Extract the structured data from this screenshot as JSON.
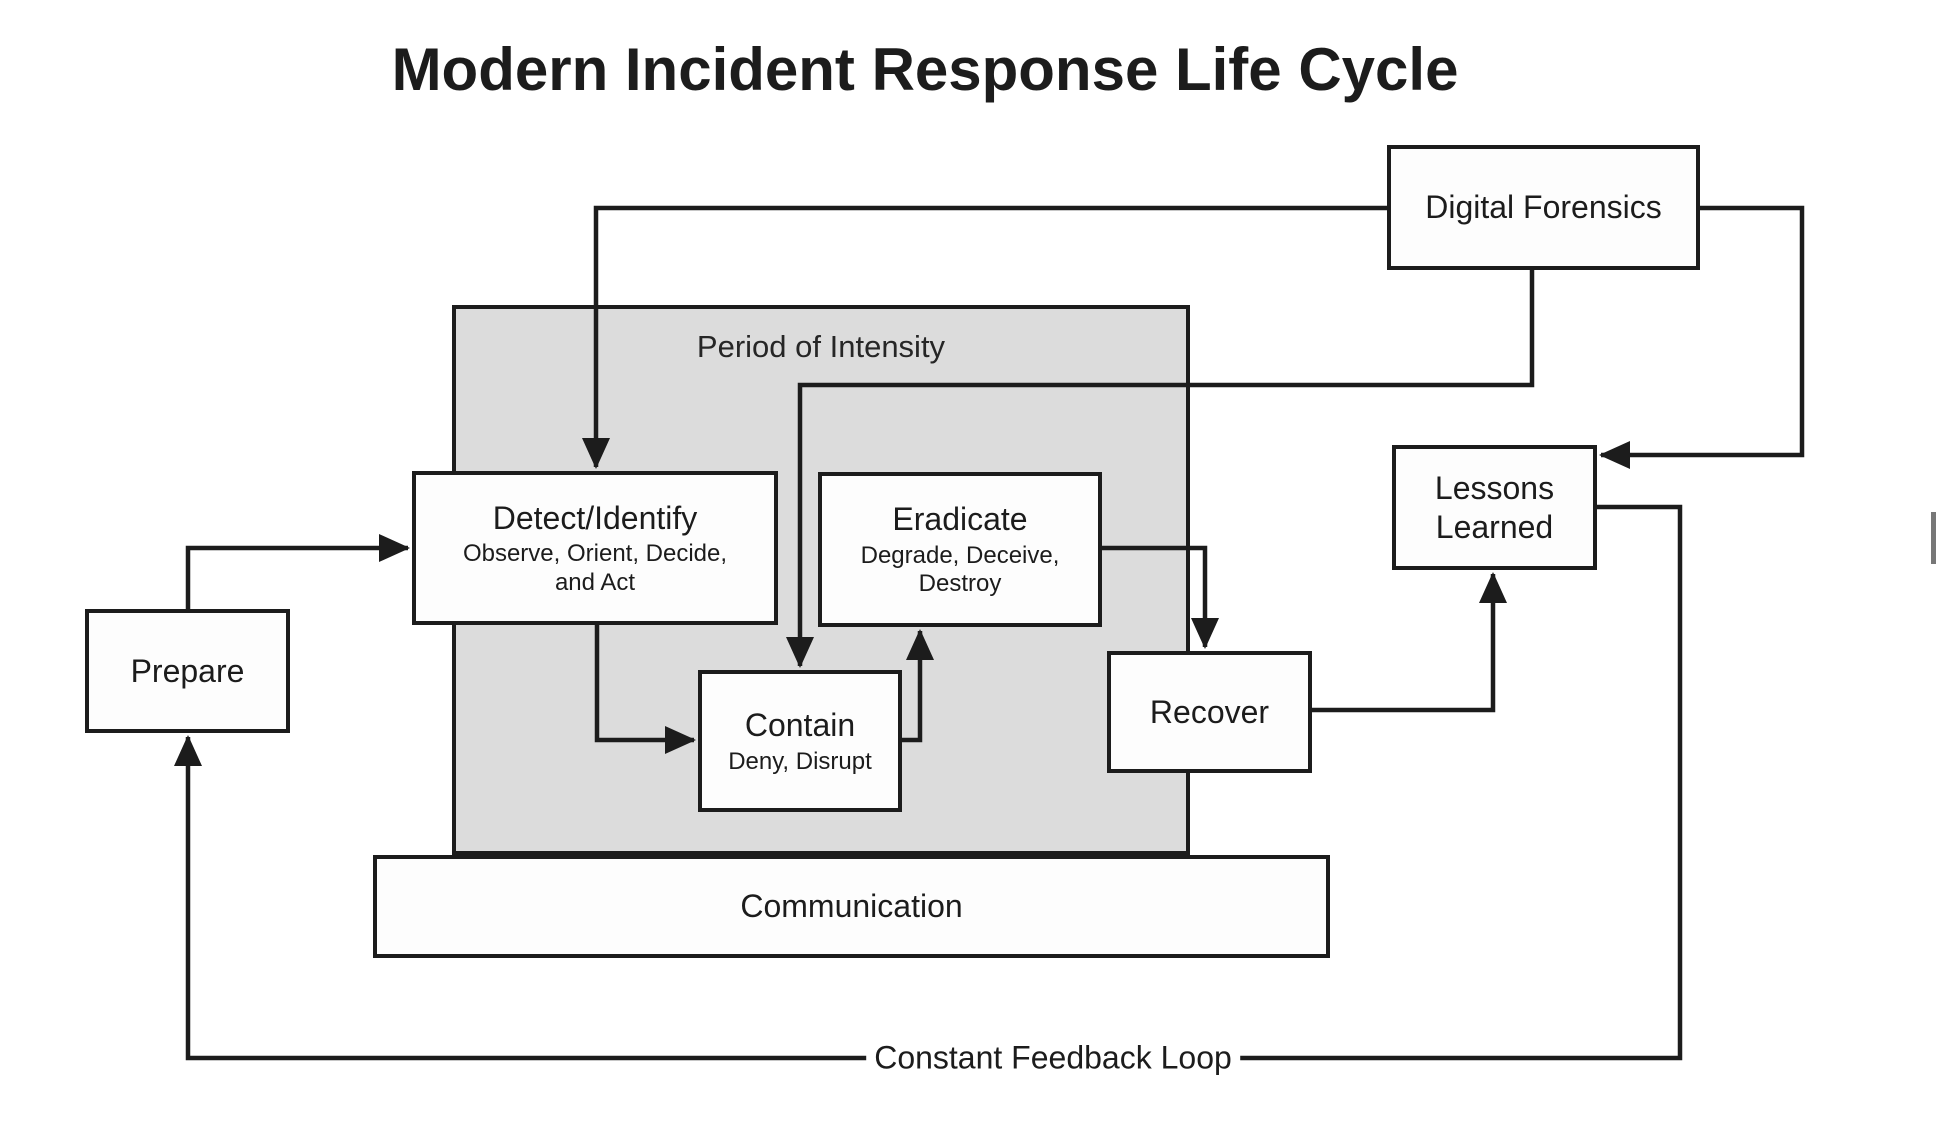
{
  "title": "Modern Incident Response Life Cycle",
  "region": {
    "label": "Period of Intensity"
  },
  "nodes": {
    "digital_forensics": {
      "label": "Digital Forensics"
    },
    "prepare": {
      "label": "Prepare"
    },
    "detect_identify": {
      "label": "Detect/Identify",
      "sublabel_lines": [
        "Observe, Orient, Decide,",
        "and Act"
      ]
    },
    "eradicate": {
      "label": "Eradicate",
      "sublabel_lines": [
        "Degrade, Deceive,",
        "Destroy"
      ]
    },
    "contain": {
      "label": "Contain",
      "sublabel_lines": [
        "Deny, Disrupt"
      ]
    },
    "recover": {
      "label": "Recover"
    },
    "lessons_learned": {
      "label_lines": [
        "Lessons",
        "Learned"
      ]
    },
    "communication": {
      "label": "Communication"
    }
  },
  "annotations": {
    "feedback_loop_label": "Constant Feedback Loop"
  },
  "edges": [
    {
      "from": "prepare",
      "to": "detect_identify"
    },
    {
      "from": "detect_identify",
      "to": "contain"
    },
    {
      "from": "contain",
      "to": "eradicate"
    },
    {
      "from": "eradicate",
      "to": "recover"
    },
    {
      "from": "recover",
      "to": "lessons_learned"
    },
    {
      "from": "lessons_learned",
      "to": "prepare",
      "via": "constant feedback loop"
    },
    {
      "from": "digital_forensics",
      "to": "detect_identify"
    },
    {
      "from": "digital_forensics",
      "to": "contain"
    },
    {
      "from": "digital_forensics",
      "to": "lessons_learned"
    }
  ],
  "colors": {
    "line": "#1c1c1c",
    "region_fill": "#dcdcdc",
    "box_fill": "#fdfdfd",
    "background": "#ffffff",
    "text": "#1c1c1c"
  }
}
